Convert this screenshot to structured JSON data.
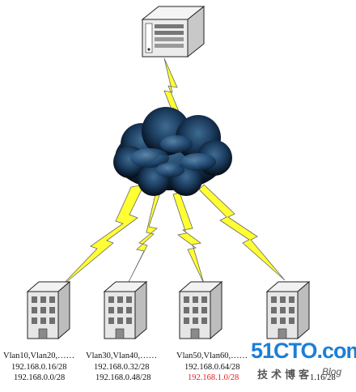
{
  "sites": [
    {
      "vlans": "Vlan10,Vlan20,……",
      "subnet_a": "192.168.0.16/28",
      "subnet_b": "192.168.0.0/28"
    },
    {
      "vlans": "Vlan30,Vlan40,……",
      "subnet_a": "192.168.0.32/28",
      "subnet_b": "192.168.0.48/28"
    },
    {
      "vlans": "Vlan50,Vlan60,……",
      "subnet_a": "192.168.0.64/28",
      "subnet_b": "192.168.1.0/28"
    },
    {
      "vlans": "",
      "subnet_a": "",
      "subnet_b": "1.16/28"
    }
  ],
  "watermark": {
    "site": "51CTO.com",
    "cn": "技术博客",
    "blog": "Blog"
  },
  "colors": {
    "lightning": "#ffff33",
    "cloud": "#1a3a5c",
    "highlight": "#e0201c",
    "watermark": "#1c7fd6"
  },
  "icons": {
    "server": "server-icon",
    "cloud": "wan-cloud-icon",
    "building": "building-icon"
  }
}
